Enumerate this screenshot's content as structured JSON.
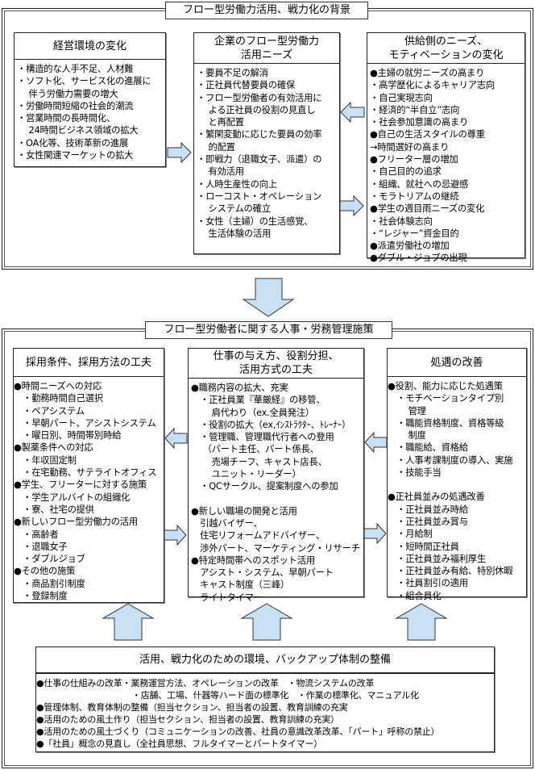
{
  "background": {
    "title": "フロー型労働力活用、戦力化の背景",
    "boxes": [
      {
        "header": "経営環境の変化",
        "lines": [
          "・構造的な人手不足、人材難",
          "・ソフト化、サービス化の進展に",
          "　 伴う労働力需要の増大",
          "・労働時間短縮の社会的潮流",
          "・営業時間の長時間化、",
          "　 24時間ビジネス領域の拡大",
          "・OA化等、技術革新の進展",
          "・女性関連マーケットの拡大"
        ]
      },
      {
        "header": "企業のフロー型労働力\n活用ニーズ",
        "lines": [
          "・要員不足の解消",
          "・正社員代替要員の確保",
          "・フロー型労働者の有効活用に",
          "　 よる正社員の役割の見直し",
          "　 と再配置",
          "・繁閑変動に応じた要員の効率",
          "　 的配置",
          "・即戦力（退職女子、派遣）の",
          "　 有効活用",
          "・人時生産性の向上",
          "・ローコスト・オペレーション",
          "　 システムの確立",
          "・女性（主婦）の生活感覚、",
          "　 生活体験の活用"
        ]
      },
      {
        "header": "供給側のニーズ、\nモティベーションの変化",
        "lines": [
          "●主婦の就労ニーズの高まり",
          "・高学歴化によるキャリア志向",
          "・自己実現志向",
          "・経済的“半自立”志向",
          "・社会参加意識の高まり",
          "●自己の生活スタイルの尊重",
          "→時間選好の高まり",
          "●フリーター層の増加",
          "・自己目的の追求",
          "・組織、就社への忌避感",
          "・モラトリアムの継続",
          "●学生の週目雨ニーズの変化",
          "・社会体験志向",
          "・“レジャー”資金目的",
          "●派遣労働社の増加",
          "●ダブル・ジョブの出現"
        ]
      }
    ]
  },
  "policies": {
    "title": "フロー型労働者に関する人事・労務管理施策",
    "boxes": [
      {
        "header": "採用条件、採用方法の工夫",
        "lines": [
          "●時間ニーズへの対応",
          "　・勤務時間自己選択",
          "　・ペアシステム",
          "　・早朝パート、アシストシステム",
          "　・曜日別、時間帯別時給",
          "●製薬条件への対応",
          "　・年収固定制",
          "　・在宅勤務、サテライトオフィス",
          "●学生、フリーターに対する施策",
          "　・学生アルバイトの組織化",
          "　・寮、社宅の提供",
          "●新しいフロー型労働力の活用",
          "　・高齢者",
          "　・退職女子",
          "　・ダブルジョブ",
          "●その他の施策",
          "　・商品割引制度",
          "　・登録制度"
        ]
      },
      {
        "header": "仕事の与え方、役割分担、\n活用方式の工夫",
        "lines": [
          "●職務内容の拡大、充実",
          "　・正社員業『華厳経』の移管、",
          "　　 肩代わり（ex.全員発注）",
          "　・役割の拡大（ex,ｲﾝｽﾄﾗｸﾀｰ、ﾄﾚｰﾅｰ）",
          "　・管理職、管理職代行者への登用",
          "　 （パート主任、パート係長、",
          "　　 売場チーフ、キャスト店長、",
          "　　 ユニット・リーダー）",
          "　・QCサークル、提案制度への参加",
          "",
          "●新しい職場の開発と活用",
          "　引越バイザー、",
          "　住宅リフォームアドバイザー、",
          "　渉外パート、マーケティング・リサーチ",
          "●特定時間帯へのスポット活用",
          "　アシスト・システム、早朝パート",
          "　キャスト制度（三峰）",
          "　ライトタイマー"
        ]
      },
      {
        "header": "処遇の改善",
        "lines": [
          "●役割、能力に応じた処遇策",
          "　・モチベーションタイプ別",
          "　　 管理",
          "　・職能資格制度、資格等級",
          "　　 制度",
          "　・職能給、資格給",
          "　・人事考課制度の導入、実施",
          "　・技能手当",
          "",
          "●正社員並みの処遇改善",
          "　・正社員並み時給",
          "　・正社員並み賞与",
          "　・月給制",
          "　・短時間正社員",
          "　・正社員並み福利厚生",
          "　・正社員並み有給、特別休暇",
          "　・社員割引の適用",
          "　・組合員化"
        ]
      }
    ]
  },
  "backup": {
    "header": "活用、戦力化のための環境、バックアップ体制の整備",
    "lines": [
      "●仕事の仕組みの改革・業務運営方法、オペレーションの改革　・物流システムの改革",
      "　　　　　　　　　　　・店舗、工場、什器等ハード面の標準化　・作業の標準化、マニュアル化",
      "●管理体制、教育体制の整備（担当セクション、担当者の設置、教育訓練の充実",
      "●活用のための風土作り（担当セクション、担当者の設置、教育訓練の充実）",
      "●活用のための風土づくり（コミュニケーションの改善、社員の意識改革改革、「パート」呼称の禁止）",
      "●「社員」概念の見直し（全社員思想、フルタイマーとパートタイマー）"
    ]
  },
  "colors": {
    "arrow_fill": "#c8e0f4",
    "arrow_stroke": "#333333"
  }
}
